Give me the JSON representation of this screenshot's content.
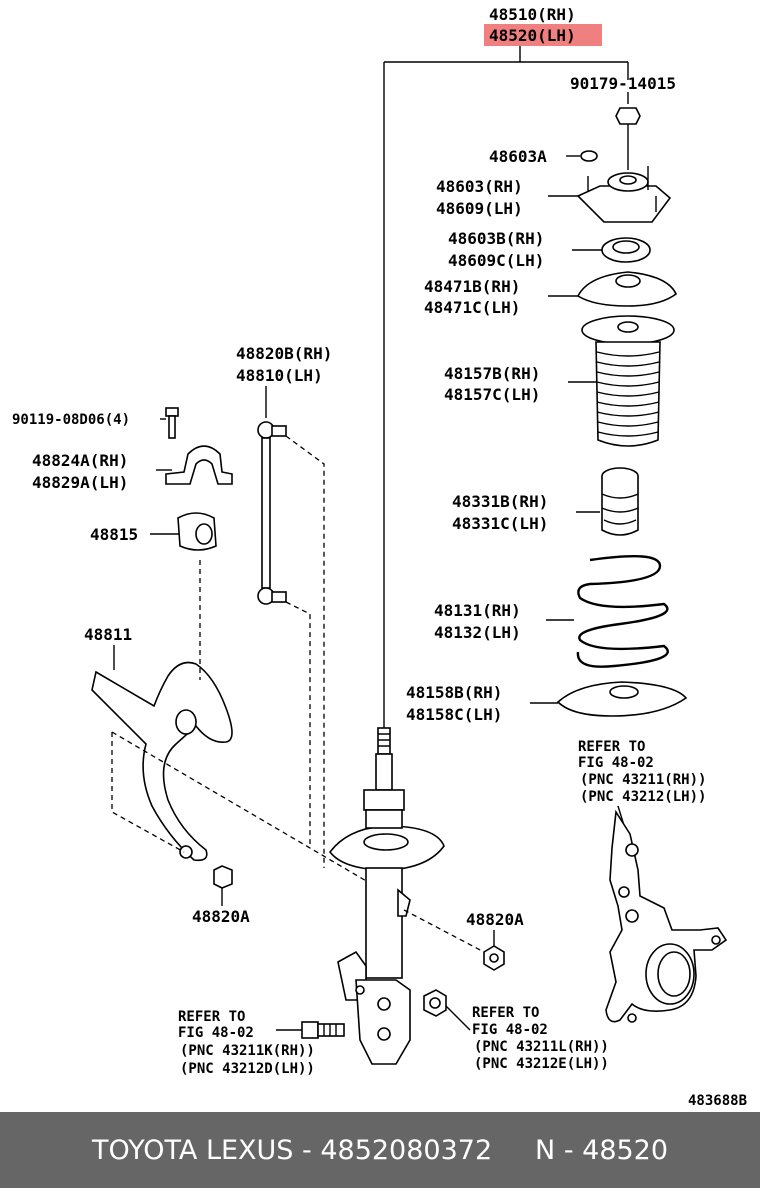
{
  "header": {
    "line1": "48510(RH)",
    "line2": "48520(LH)",
    "highlight_color": "#f08080"
  },
  "labels": {
    "nut_top": "90179-14015",
    "p48603A": "48603A",
    "mount_rh": "48603(RH)",
    "mount_lh": "48609(LH)",
    "bearing_rh": "48603B(RH)",
    "bearing_lh": "48609C(LH)",
    "seat_rh": "48471B(RH)",
    "seat_lh": "48471C(LH)",
    "boot_rh": "48157B(RH)",
    "boot_lh": "48157C(LH)",
    "bumper_rh": "48331B(RH)",
    "bumper_lh": "48331C(LH)",
    "spring_rh": "48131(RH)",
    "spring_lh": "48132(LH)",
    "insul_rh": "48158B(RH)",
    "insul_lh": "48158C(LH)",
    "link_rh": "48820B(RH)",
    "link_lh": "48810(LH)",
    "bolt": "90119-08D06(4)",
    "bracket_rh": "48824A(RH)",
    "bracket_lh": "48829A(LH)",
    "bushing": "48815",
    "bar": "48811",
    "nut_left": "48820A",
    "nut_right": "48820A",
    "ref_knuckle": [
      "REFER TO",
      "FIG 48-02",
      "(PNC 43211(RH))",
      "(PNC 43212(LH))"
    ],
    "ref_left": [
      "REFER TO",
      "FIG 48-02",
      "(PNC 43211K(RH))",
      "(PNC 43212D(LH))"
    ],
    "ref_right": [
      "REFER TO",
      "FIG 48-02",
      "(PNC 43211L(RH))",
      "(PNC 43212E(LH))"
    ],
    "figure_id": "483688B"
  },
  "footer": {
    "text": "TOYOTA LEXUS - 4852080372     N - 48520",
    "background": "#666666",
    "color": "#ffffff"
  }
}
